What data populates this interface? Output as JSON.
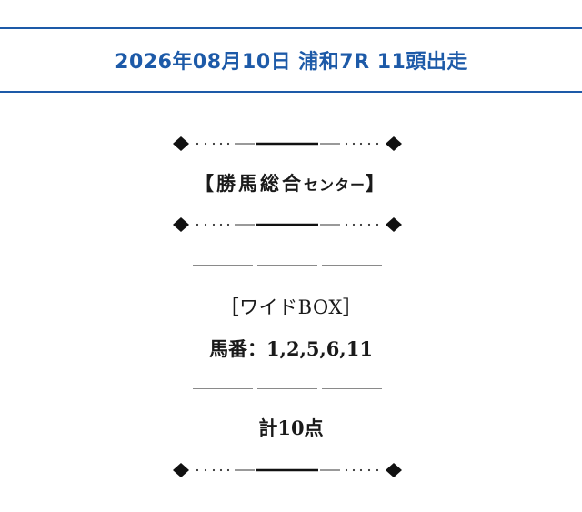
{
  "header": {
    "title": "2026年08月10日 浦和7R 11頭出走"
  },
  "brand": {
    "open_bracket": "【",
    "name_main": "勝馬総合",
    "name_small": "センター",
    "close_bracket": "】"
  },
  "bet": {
    "type_label": "［ワイドBOX］",
    "numbers_label": "馬番：1,2,5,6,11",
    "total_label": "計10点"
  },
  "colors": {
    "accent": "#1d5aa8",
    "text": "#1a1a1a",
    "rule": "#8a8a8a"
  }
}
